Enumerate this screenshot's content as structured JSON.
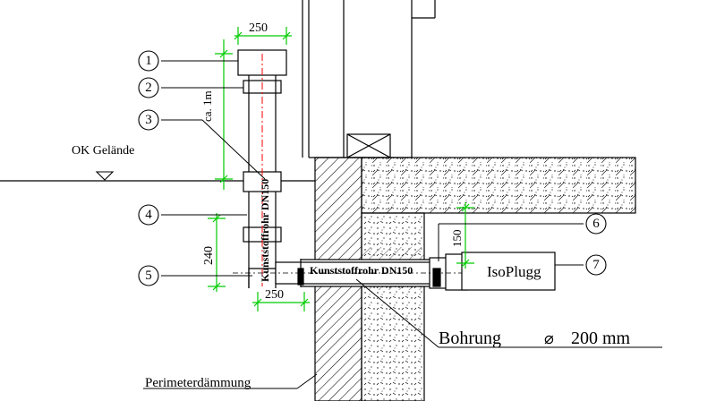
{
  "colors": {
    "line": "#000000",
    "dimension": "#00cc00",
    "axis": "#ff0000"
  },
  "callouts": [
    "1",
    "2",
    "3",
    "4",
    "5",
    "6",
    "7"
  ],
  "dimensions": {
    "top_width": "250",
    "pipe_length": "ca. 1m",
    "height": "240",
    "bottom_width": "250",
    "vertical_offset": "150"
  },
  "labels": {
    "ground_level": "OK Gelände",
    "vertical_pipe": "Kunststoffrohr DN150",
    "horizontal_pipe": "Kunststoffrohr DN150",
    "plug": "IsoPlugg",
    "bore": "Bohrung",
    "bore_symbol": "⌀",
    "bore_size": "200 mm",
    "insulation": "Perimeterdämmung"
  }
}
